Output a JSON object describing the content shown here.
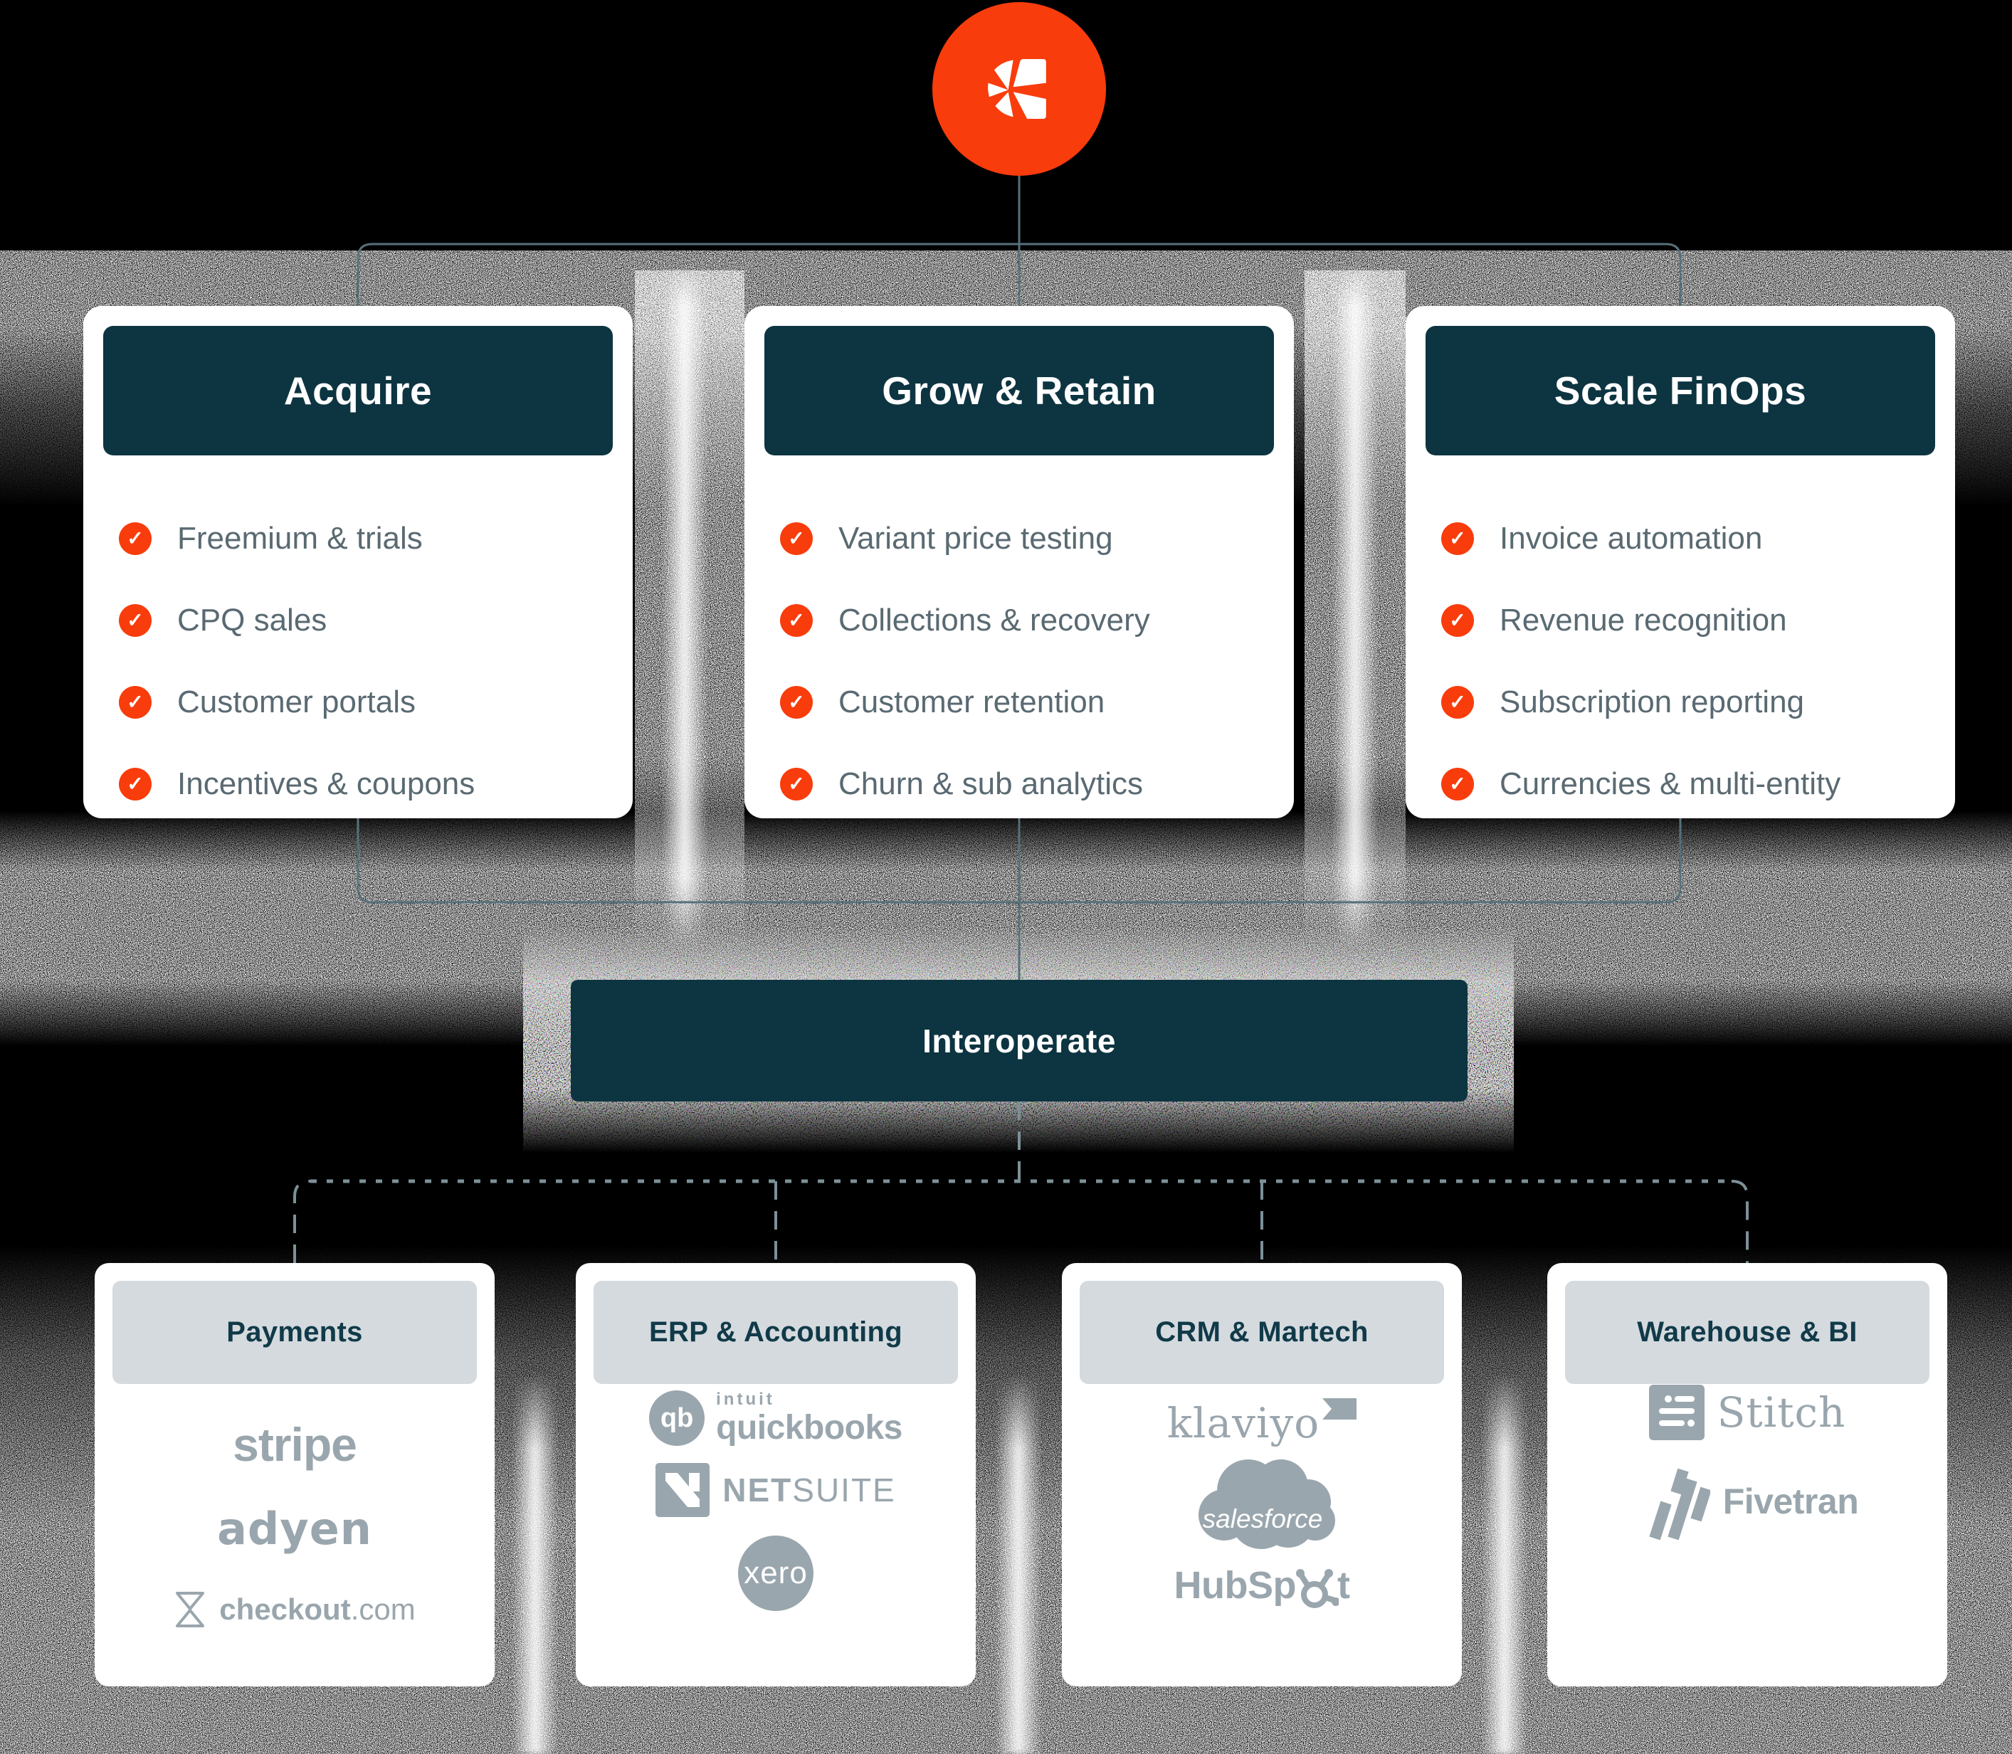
{
  "logo": {
    "icon": "pinwheel-mark",
    "color": "#f93c0c"
  },
  "top_cards": [
    {
      "title": "Acquire",
      "items": [
        "Freemium & trials",
        "CPQ sales",
        "Customer portals",
        "Incentives & coupons"
      ]
    },
    {
      "title": "Grow & Retain",
      "items": [
        "Variant price testing",
        "Collections & recovery",
        "Customer retention",
        "Churn & sub analytics"
      ]
    },
    {
      "title": "Scale FinOps",
      "items": [
        "Invoice automation",
        "Revenue recognition",
        "Subscription reporting",
        "Currencies & multi-entity"
      ]
    }
  ],
  "hub": {
    "label": "Interoperate"
  },
  "bottom_cards": [
    {
      "title": "Payments",
      "logos": [
        {
          "name": "stripe",
          "text": "stripe"
        },
        {
          "name": "adyen",
          "text": "adyen"
        },
        {
          "name": "checkout-com",
          "icon": "hourglass-mark",
          "word": "checkout",
          "tld": ".com"
        }
      ]
    },
    {
      "title": "ERP & Accounting",
      "logos": [
        {
          "name": "intuit-quickbooks",
          "icon": "qb-circle-mark",
          "mark_text": "qb",
          "brand": "intuit",
          "text": "quickbooks"
        },
        {
          "name": "netsuite",
          "icon": "n1-square-mark",
          "part1": "NET",
          "part2": "SUITE"
        },
        {
          "name": "xero",
          "icon": "xero-circle-mark",
          "text": "xero"
        }
      ]
    },
    {
      "title": "CRM & Martech",
      "logos": [
        {
          "name": "klaviyo",
          "icon": "flag-mark",
          "text": "klaviyo"
        },
        {
          "name": "salesforce",
          "icon": "cloud-mark",
          "text": "salesforce"
        },
        {
          "name": "hubspot",
          "icon": "sprocket-mark",
          "part1": "HubSp",
          "part2": "t"
        }
      ]
    },
    {
      "title": "Warehouse & BI",
      "logos": [
        {
          "name": "stitch",
          "icon": "stitch-square-mark",
          "text": "Stitch"
        },
        {
          "name": "fivetran",
          "icon": "diagonal-stripes-mark",
          "text": "Fivetran"
        }
      ]
    }
  ],
  "icons": {
    "list_bullet": "check-circle-icon",
    "logo": "pinwheel-mark"
  },
  "colors": {
    "background": "#000000",
    "accent_orange": "#f93c0c",
    "teal_header": "#0d3441",
    "card_bg": "#ffffff",
    "list_text": "#5a6a72",
    "bottom_header_bg": "#d4dade",
    "bottom_header_text": "#113a49",
    "logo_gray": "#9aa6ad",
    "connector_solid": "#56707a",
    "connector_dashed": "#7d9098"
  }
}
